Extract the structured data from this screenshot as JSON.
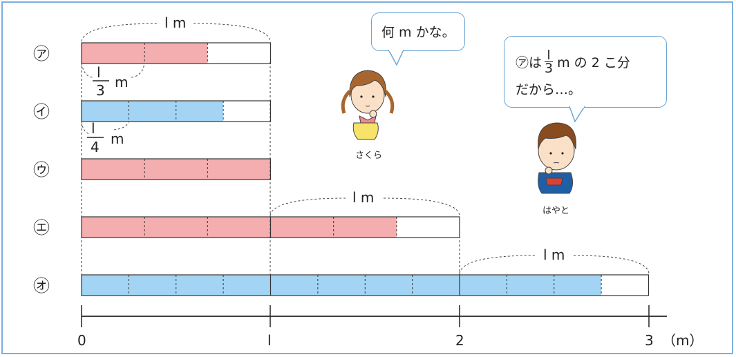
{
  "rows": [
    {
      "label": "㋐",
      "meters": 1,
      "parts_per_meter": 3,
      "filled_parts": 2,
      "color": "#f4aeb0"
    },
    {
      "label": "㋑",
      "meters": 1,
      "parts_per_meter": 4,
      "filled_parts": 3,
      "color": "#a3d4f3"
    },
    {
      "label": "㋒",
      "meters": 1,
      "parts_per_meter": 3,
      "filled_parts": 3,
      "color": "#f4aeb0"
    },
    {
      "label": "㋓",
      "meters": 2,
      "parts_per_meter": 3,
      "filled_parts": 5,
      "color": "#f4aeb0"
    },
    {
      "label": "㋔",
      "meters": 3,
      "parts_per_meter": 4,
      "filled_parts": 11,
      "color": "#a3d4f3"
    }
  ],
  "one_meter_label": "l m",
  "fraction_a": {
    "num": "l",
    "den": "3",
    "unit": "m"
  },
  "fraction_i": {
    "num": "l",
    "den": "4",
    "unit": "m"
  },
  "axis": {
    "ticks": [
      "0",
      "l",
      "2",
      "3"
    ],
    "unit": "（m）"
  },
  "sakura": {
    "bubble": "何 m かな。",
    "name": "さくら"
  },
  "hayato": {
    "bubble_prefix": "㋐は",
    "frac_num": "l",
    "frac_den": "3",
    "bubble_suffix": "m の 2 こ分",
    "bubble_line2": "だから…。",
    "name": "はやと"
  }
}
